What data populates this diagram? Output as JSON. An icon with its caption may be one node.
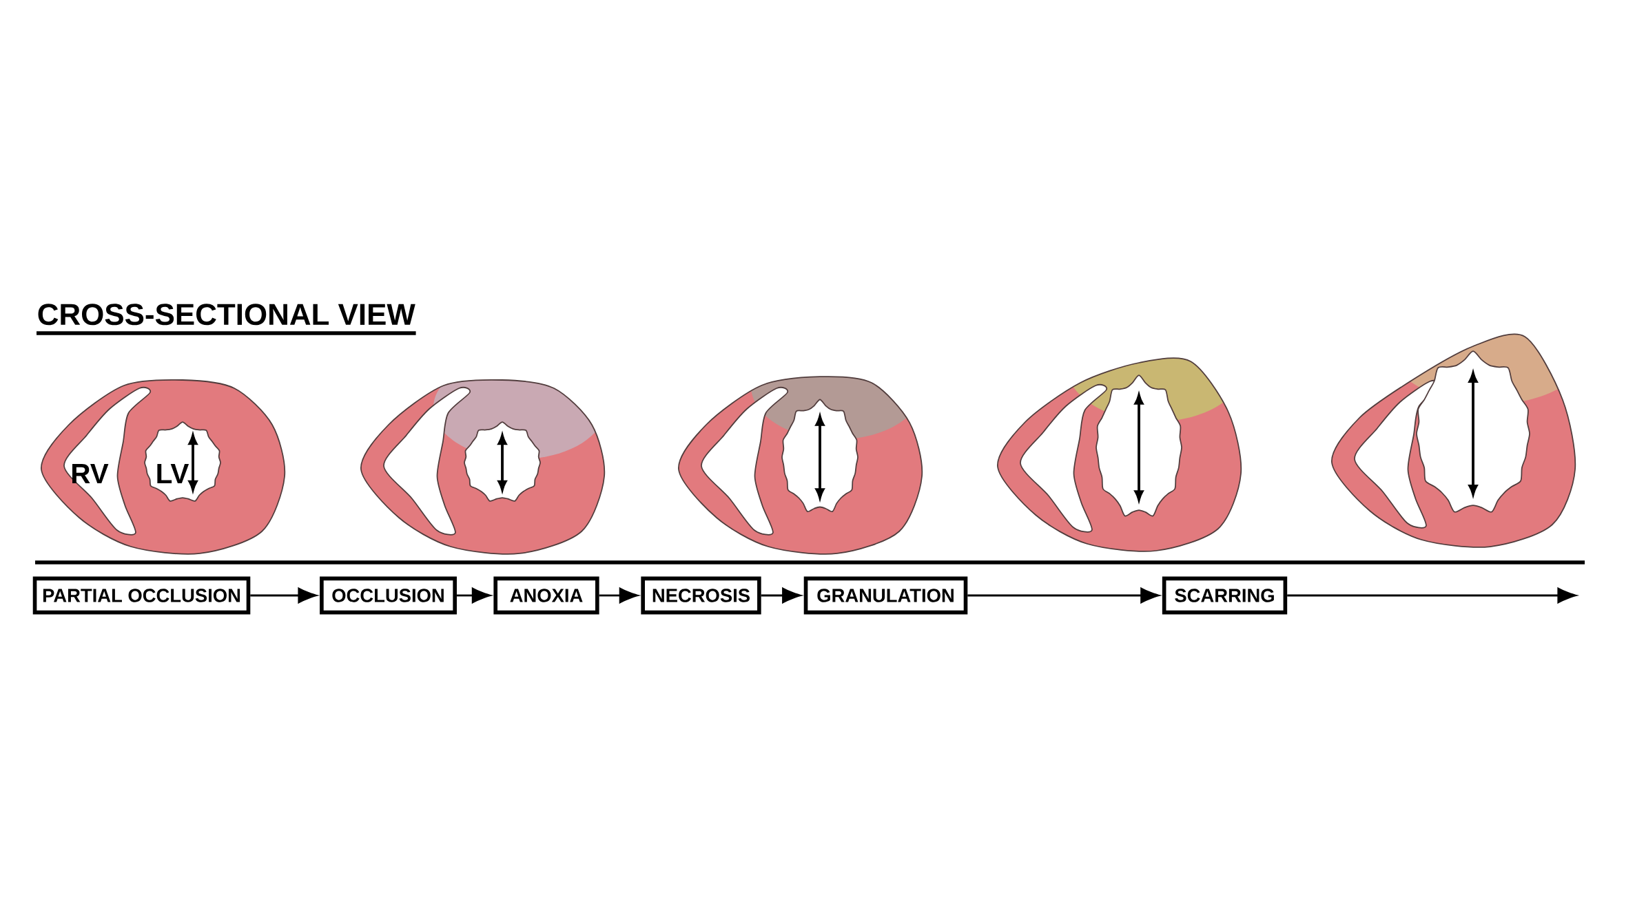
{
  "diagram": {
    "title": "CROSS-SECTIONAL VIEW",
    "nodes": [
      {
        "text": [
          "PARTIAL OCCLUSION"
        ]
      },
      {
        "text": [
          "OCCLUSION"
        ]
      },
      {
        "text": [
          "ANOXIA"
        ]
      },
      {
        "text": [
          "NECROSIS"
        ]
      },
      {
        "text": [
          "GRANULATION"
        ]
      },
      {
        "text": [
          "SCARRING"
        ]
      }
    ],
    "edges": [
      {
        "from": 0,
        "to": 1,
        "arrow": "to"
      },
      {
        "from": 1,
        "to": 2,
        "arrow": "to"
      },
      {
        "from": 2,
        "to": 3,
        "arrow": "to"
      },
      {
        "from": 3,
        "to": 4,
        "arrow": "to"
      },
      {
        "from": 4,
        "to": 5,
        "arrow": "to"
      },
      {
        "from": 5,
        "to": null,
        "arrow": "to"
      }
    ],
    "labels": [
      "RV",
      "LV"
    ]
  }
}
